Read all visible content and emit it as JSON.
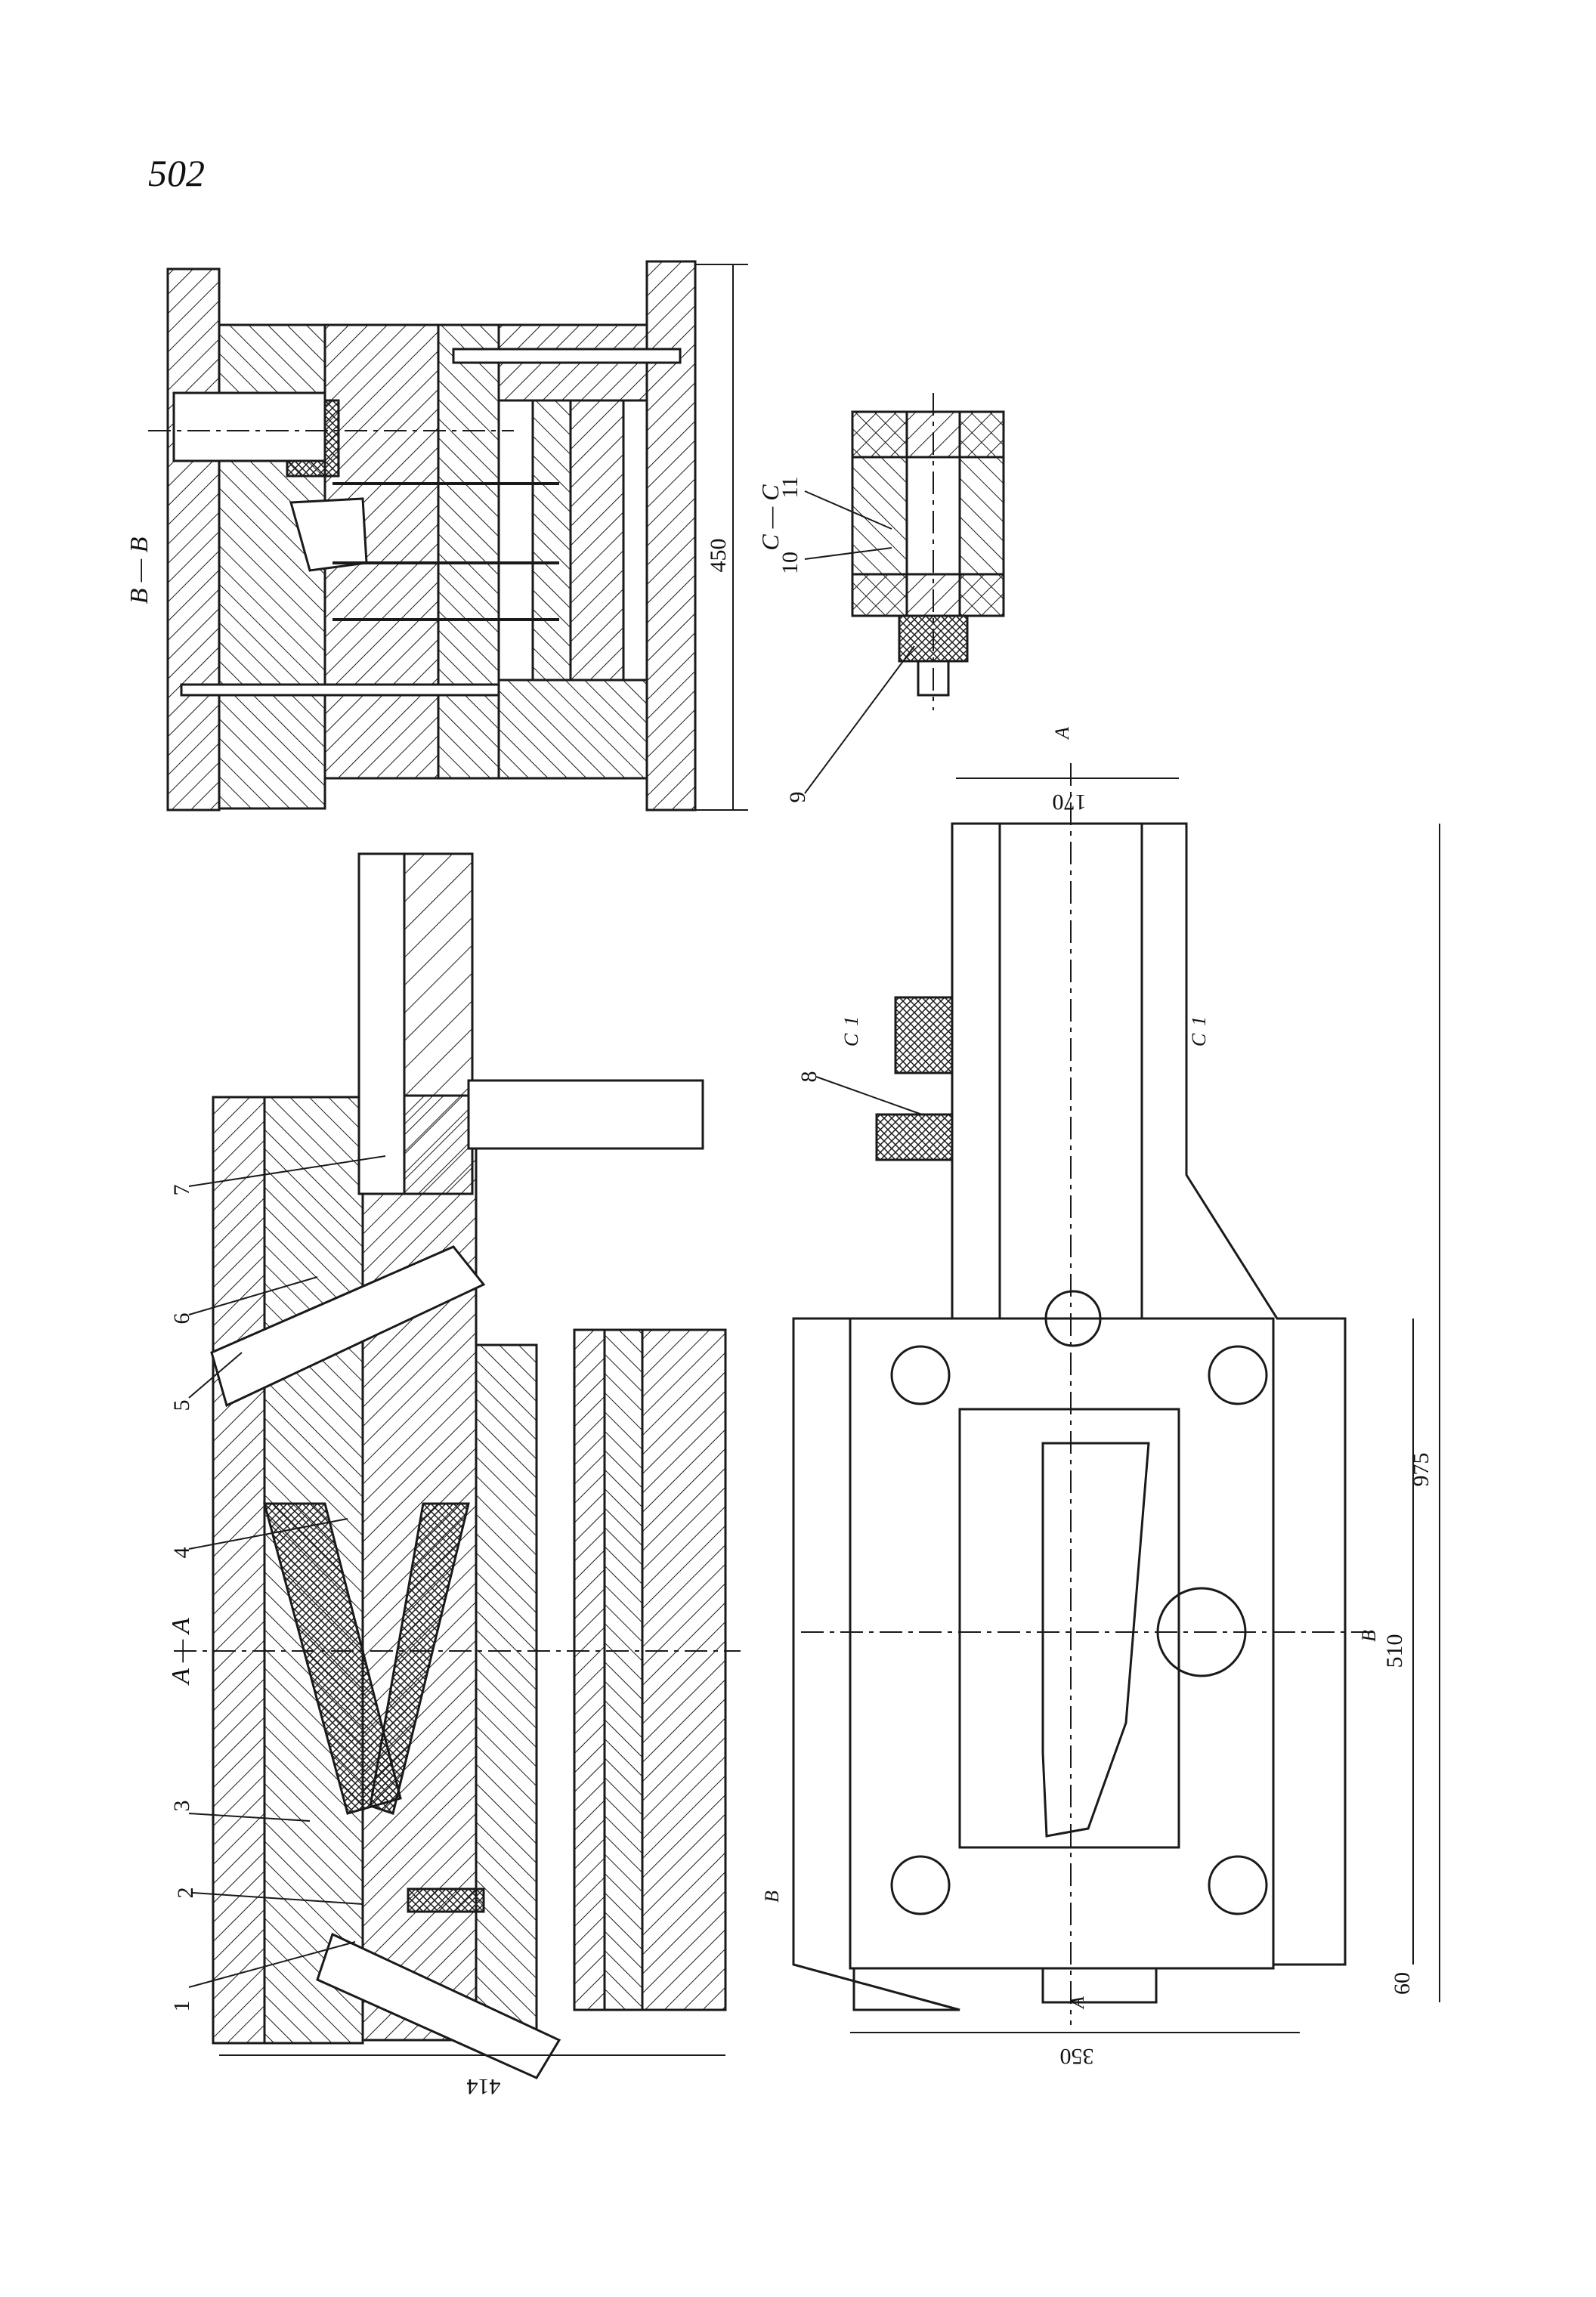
{
  "page": {
    "number": "502"
  },
  "drawing": {
    "colors": {
      "ink": "#1a1a1a",
      "paper": "#ffffff"
    },
    "sections": {
      "bb": "B — B",
      "cc": "C — C",
      "aa": "A — A"
    },
    "cutting_marks": {
      "a_top": "A",
      "a_bottom": "A",
      "b_left": "B",
      "b_right": "B",
      "c1_left": "C",
      "c1_right": "C",
      "c1_left_num": "1",
      "c1_right_num": "1"
    },
    "dimensions": {
      "d450": "450",
      "d414": "414",
      "d170": "170",
      "d975": "975",
      "d510": "510",
      "d60": "60",
      "d350": "350"
    },
    "part_numbers": [
      "1",
      "2",
      "3",
      "4",
      "5",
      "6",
      "7",
      "8",
      "9",
      "10",
      "11"
    ]
  }
}
